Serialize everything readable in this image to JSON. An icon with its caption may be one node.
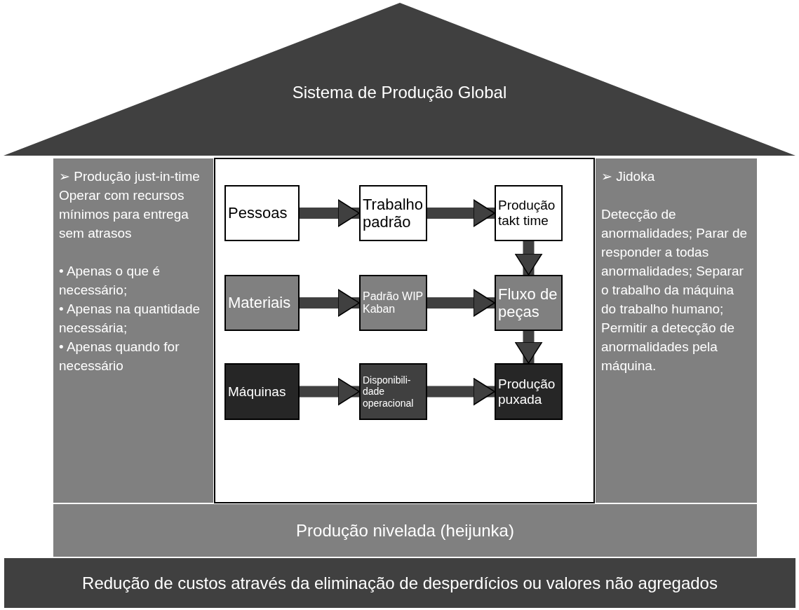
{
  "diagram": {
    "nodes": [
      {
        "text": [
          "Sistema de Produção Global"
        ]
      },
      {
        "text": [
          "➢ Produção just-in-time",
          "Operar com recursos mínimos para entrega sem atrasos",
          "• Apenas o que é necessário;",
          "• Apenas na quantidade necessária;",
          "• Apenas quando for necessário"
        ]
      },
      {
        "text": [],
        "shape": "box"
      },
      {
        "text": [
          "➢ Jidoka",
          "Detecção de anormalidades; Parar de responder a todas anormalidades; Separar o trabalho da máquina do trabalho humano; Permitir a detecção de anormalidades pela máquina."
        ]
      },
      {
        "text": [
          "Pessoas"
        ],
        "in": 2
      },
      {
        "text": [
          "Trabalho padrão"
        ],
        "in": 2
      },
      {
        "text": [
          "Produção takt time"
        ],
        "in": 2
      },
      {
        "text": [
          "Materiais"
        ],
        "in": 2
      },
      {
        "text": [
          "Padrão WIP Kaban"
        ],
        "in": 2
      },
      {
        "text": [
          "Fluxo de peças"
        ],
        "in": 2
      },
      {
        "text": [
          "Máquinas"
        ],
        "in": 2
      },
      {
        "text": [
          "Disponibili-dade operacional"
        ],
        "in": 2
      },
      {
        "text": [
          "Produção puxada"
        ],
        "in": 2
      },
      {
        "text": [
          "Produção nivelada (heijunka)"
        ]
      },
      {
        "text": [
          "Redução de custos através da eliminação de desperdícios ou valores não agregados"
        ]
      }
    ],
    "edges": [
      {
        "from": 4,
        "to": 5,
        "arrow": "to"
      },
      {
        "from": 5,
        "to": 6,
        "arrow": "to"
      },
      {
        "from": 6,
        "to": 9,
        "arrow": "to"
      },
      {
        "from": 7,
        "to": 8,
        "arrow": "to"
      },
      {
        "from": 8,
        "to": 9,
        "arrow": "to"
      },
      {
        "from": 9,
        "to": 12,
        "arrow": "to"
      },
      {
        "from": 10,
        "to": 11,
        "arrow": "to"
      },
      {
        "from": 11,
        "to": 12,
        "arrow": "to"
      }
    ]
  }
}
